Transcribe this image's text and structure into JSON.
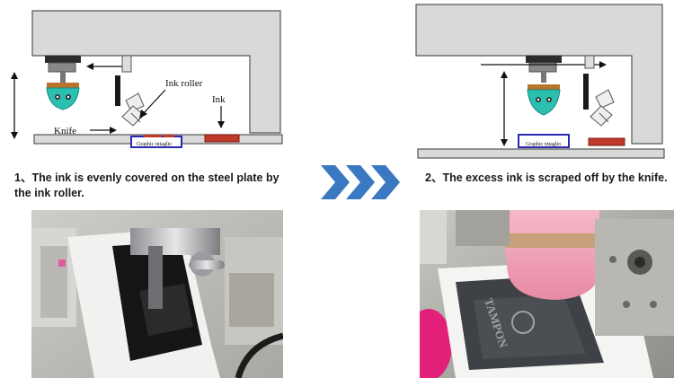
{
  "step1": {
    "labels": {
      "ink_roller": "Ink roller",
      "ink": "Ink",
      "knife": "Knife",
      "plate": "Graphic intaglio"
    },
    "caption_line1": "1、The ink is evenly covered on the steel plate by",
    "caption_line2": "the ink roller."
  },
  "step2": {
    "labels": {
      "plate": "Graphic intaglio"
    },
    "caption": "2、The excess ink is scraped off by the knife."
  },
  "photo2": {
    "pad_text": "TAMPON"
  },
  "colors": {
    "frame": "#d9d9d9",
    "frame_stroke": "#555555",
    "pad_teal": "#2bbfb0",
    "pad_base": "#b8742a",
    "ink_red": "#c0392b",
    "plate_blue": "#2a2ab0",
    "chevron": "#3a78c2"
  }
}
